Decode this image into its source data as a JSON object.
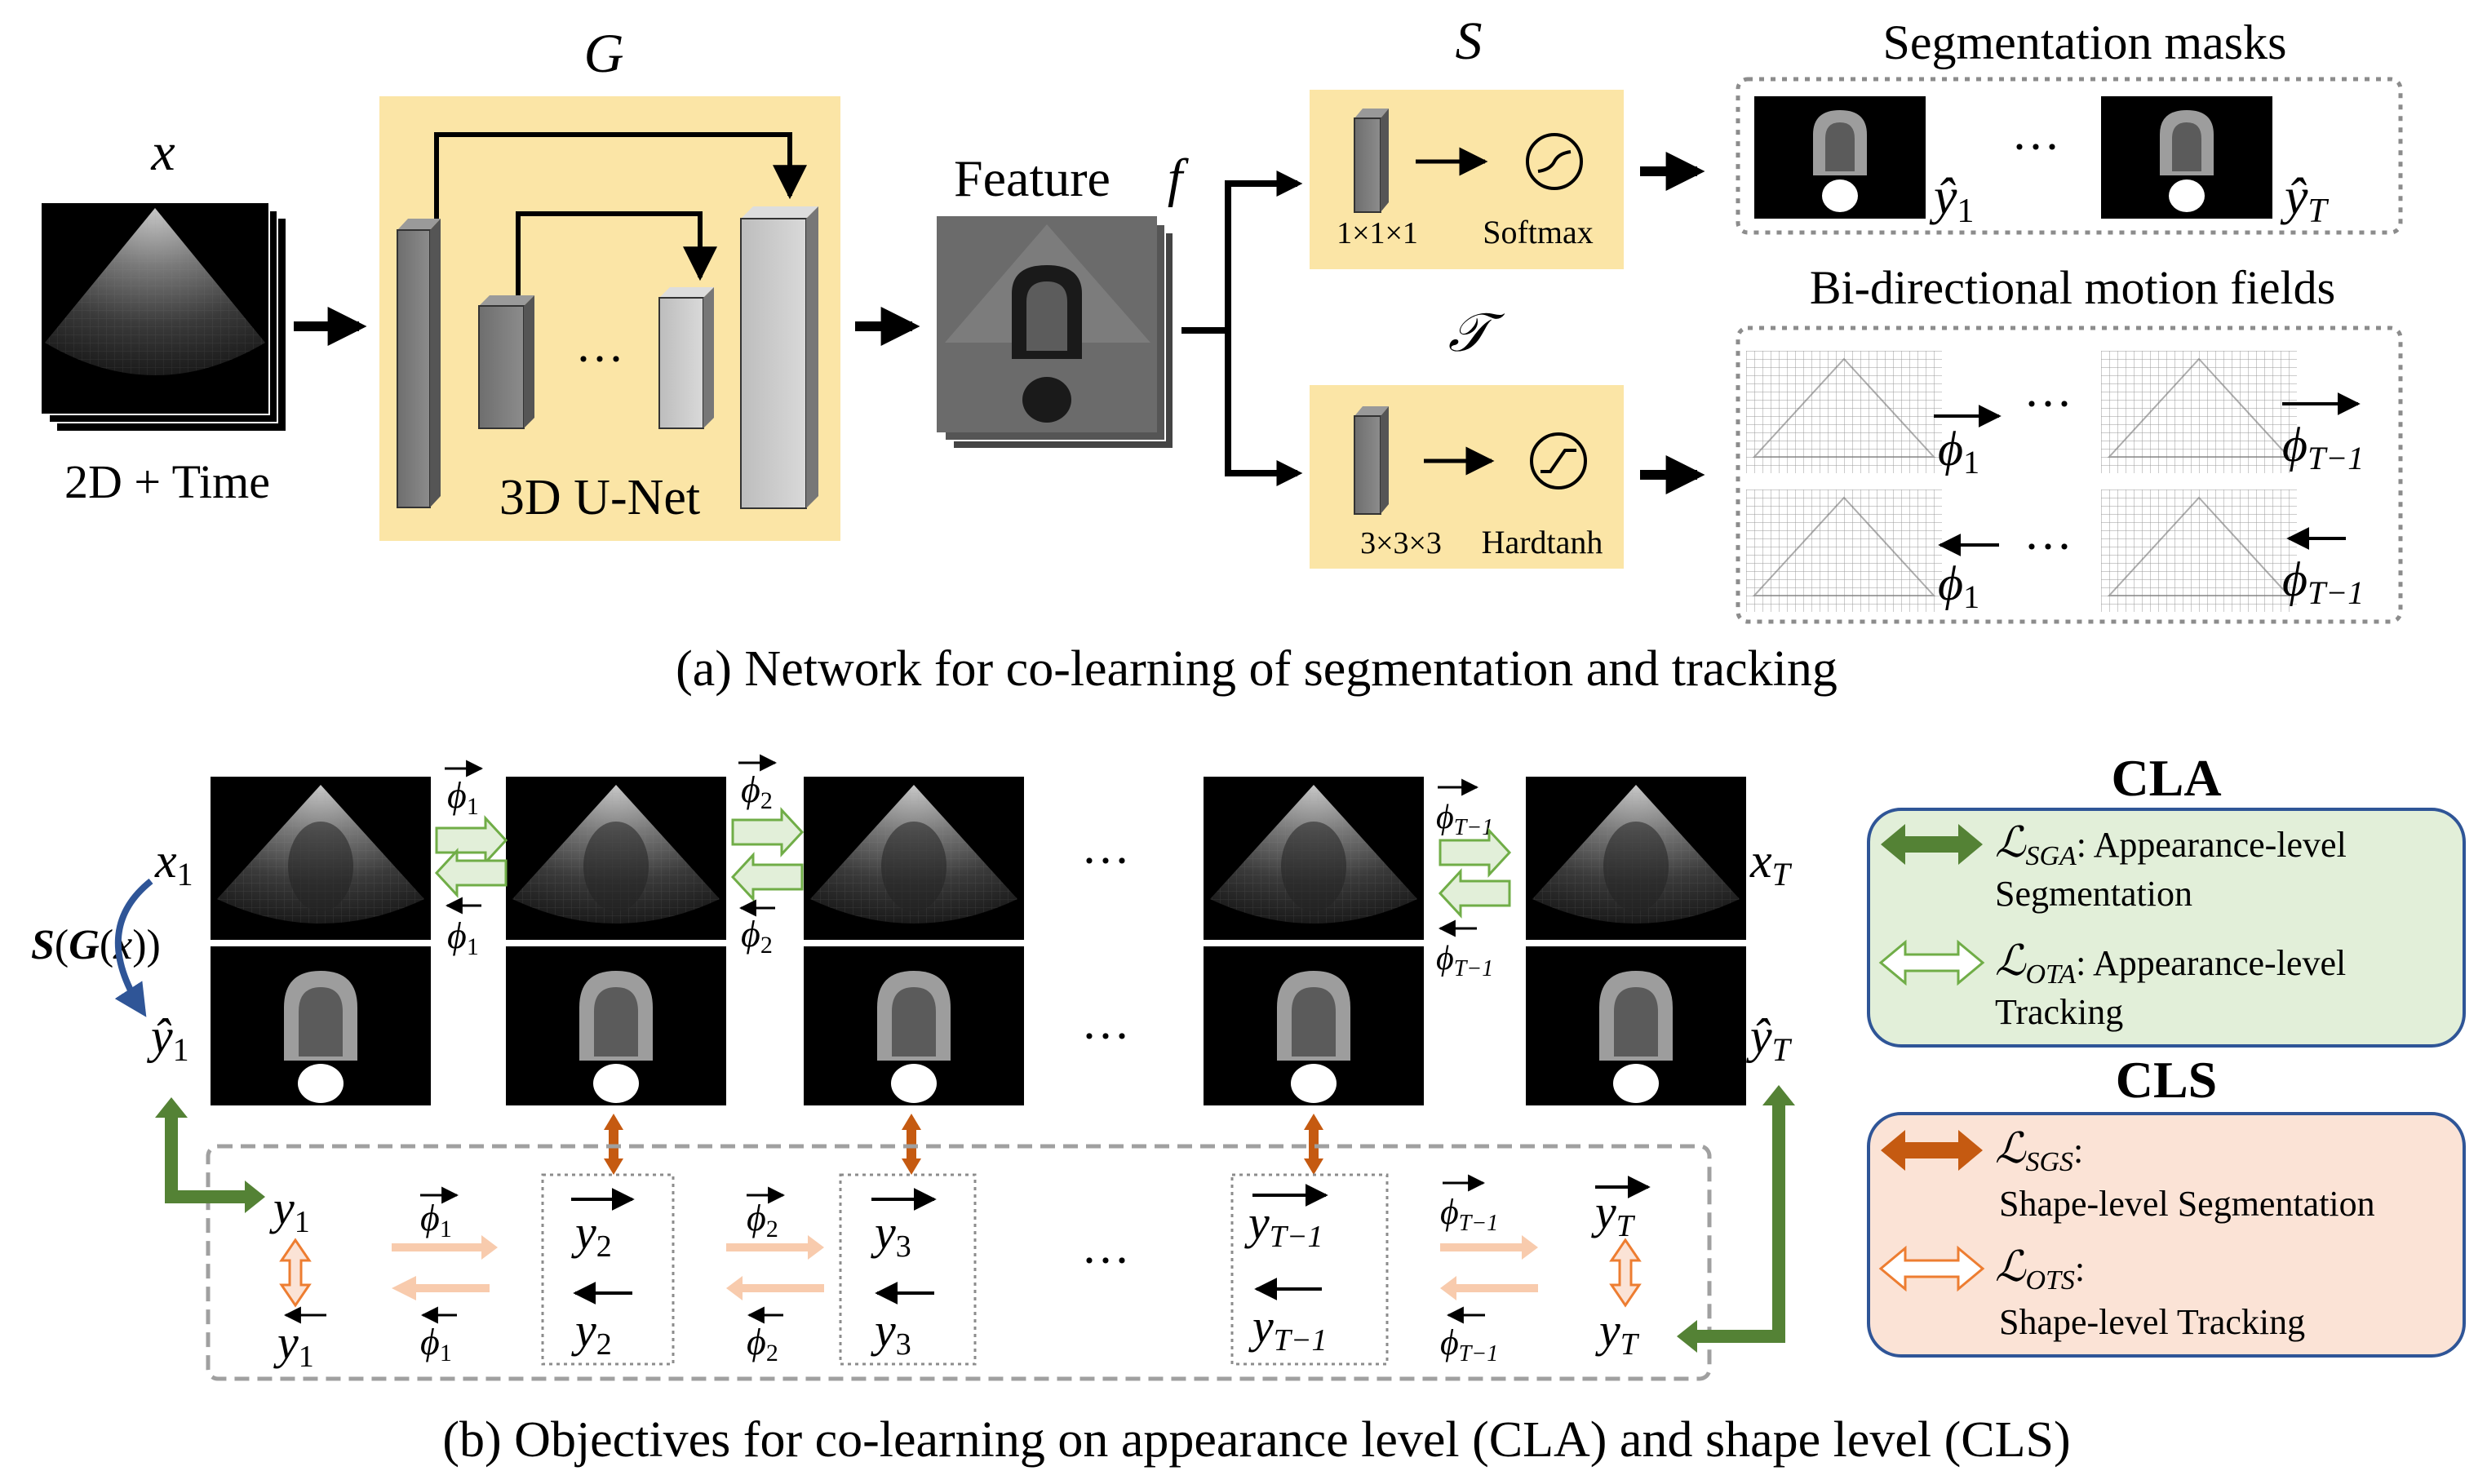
{
  "panel_a": {
    "caption": "(a) Network for co-learning of segmentation and tracking",
    "input": {
      "var": "x",
      "label": "2D + Time"
    },
    "encoder": {
      "symbol": "G",
      "label": "3D U-Net",
      "dots": "···"
    },
    "feature": {
      "label": "Feature",
      "var": "f"
    },
    "seg_head": {
      "symbol": "S",
      "kernel": "1×1×1",
      "activation": "Softmax"
    },
    "track_head": {
      "symbol": "𝒯",
      "kernel": "3×3×3",
      "activation": "Hardtanh"
    },
    "seg_output": {
      "title": "Segmentation masks",
      "first": "ŷ",
      "first_sub": "1",
      "last": "ŷ",
      "last_sub": "T",
      "dots": "···"
    },
    "motion_output": {
      "title": "Bi-directional motion fields",
      "phi": "ϕ",
      "first_sub": "1",
      "last_sub": "T−1",
      "dots": "···"
    }
  },
  "panel_b": {
    "caption": "(b) Objectives for co-learning on appearance level (CLA) and shape level (CLS)",
    "x_first": "x",
    "x_first_sub": "1",
    "x_last": "x",
    "x_last_sub": "T",
    "y_hat_first": "ŷ",
    "y_hat_first_sub": "1",
    "y_hat_last": "ŷ",
    "y_hat_last_sub": "T",
    "sgx_label_s": "S",
    "sgx_label_g": "G",
    "sgx_label_x": "x",
    "frame_dots": "···",
    "phi_pairs": [
      {
        "sub": "1"
      },
      {
        "sub": "2"
      },
      {
        "sub": "T−1"
      }
    ],
    "shape_row": {
      "y": "y",
      "phi": "ϕ",
      "groups": [
        {
          "sub": "1"
        },
        {
          "sub": "2"
        },
        {
          "sub": "3"
        },
        {
          "sub": "T−1"
        },
        {
          "sub": "T"
        }
      ],
      "dots": "···"
    }
  },
  "legend": {
    "cla_title": "CLA",
    "cls_title": "CLS",
    "items": [
      {
        "loss": "ℒ",
        "sub": "SGA",
        "text1": ": Appearance-level",
        "text2": "Segmentation"
      },
      {
        "loss": "ℒ",
        "sub": "OTA",
        "text1": ": Appearance-level",
        "text2": "Tracking"
      },
      {
        "loss": "ℒ",
        "sub": "SGS",
        "text1": ":",
        "text2": "Shape-level Segmentation"
      },
      {
        "loss": "ℒ",
        "sub": "OTS",
        "text1": ":",
        "text2": "Shape-level Tracking"
      }
    ]
  },
  "colors": {
    "yellow_box": "#fbe5a6",
    "cla_fill": "#e2efd9",
    "cls_fill": "#fbe3d6",
    "legend_border": "#2f5597",
    "green_arrow": "#548235",
    "green_light": "#a9d18e",
    "orange_arrow": "#c55a11",
    "orange_light": "#f8cbad",
    "blue_arrow": "#2f5597"
  }
}
